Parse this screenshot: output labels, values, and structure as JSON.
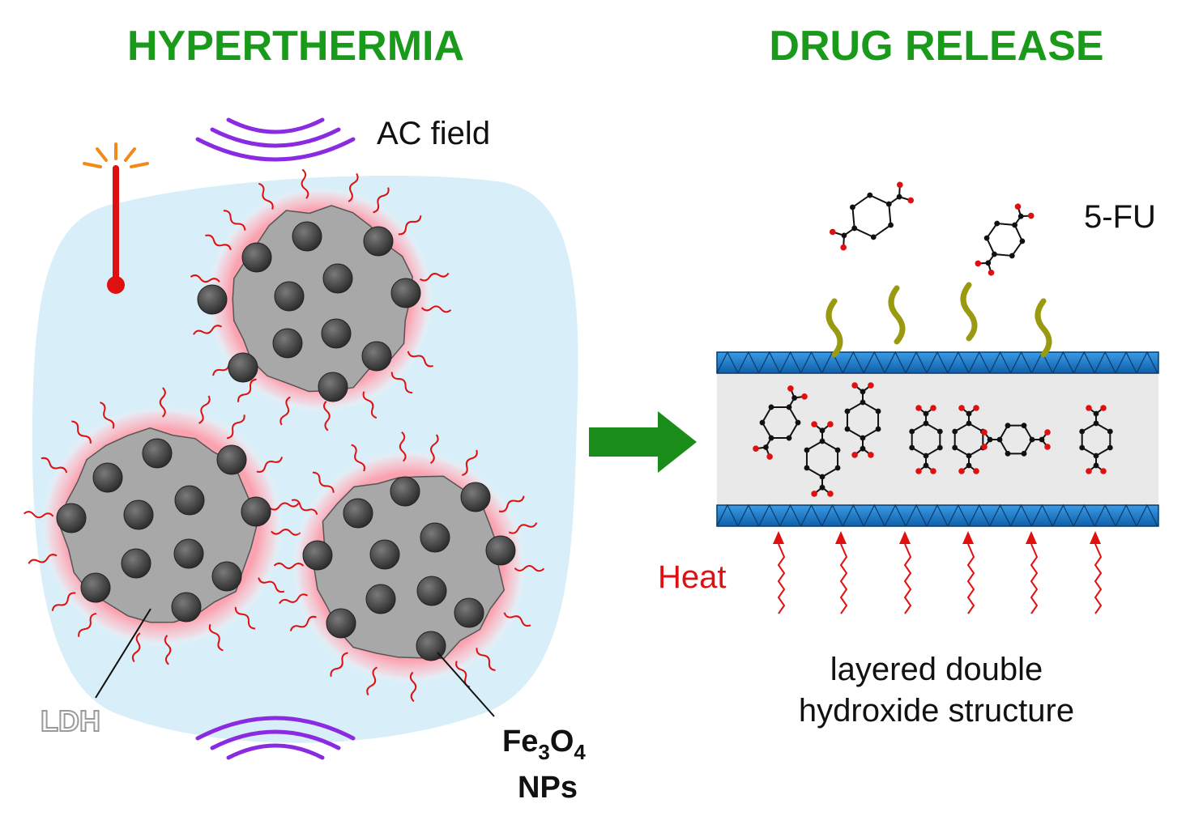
{
  "titles": {
    "left": "HYPERTHERMIA",
    "right": "DRUG RELEASE"
  },
  "labels": {
    "ac_field": "AC field",
    "ldh": "LDH",
    "np_formula": {
      "main1": "Fe",
      "sub1": "3",
      "main2": "O",
      "sub2": "4"
    },
    "np_suffix": "NPs",
    "drug": "5-FU",
    "heat": "Heat",
    "structure_line1": "layered double",
    "structure_line2": "hydroxide structure"
  },
  "colors": {
    "title_green": "#1a9a1a",
    "arrow_green": "#1a8c1a",
    "fluid_blue": "#d8eef8",
    "particle_gray": "#a8a8a8",
    "nanoparticle": "#3a3a3a",
    "heat_red": "#e01010",
    "field_purple": "#8a2be2",
    "layer_blue": "#1f7fd0",
    "interlayer_gray": "#e9e9e9",
    "surfactant_olive": "#9a9a10",
    "oxygen_red": "#e01010",
    "ldh_label_gray": "#9a9a9a"
  }
}
